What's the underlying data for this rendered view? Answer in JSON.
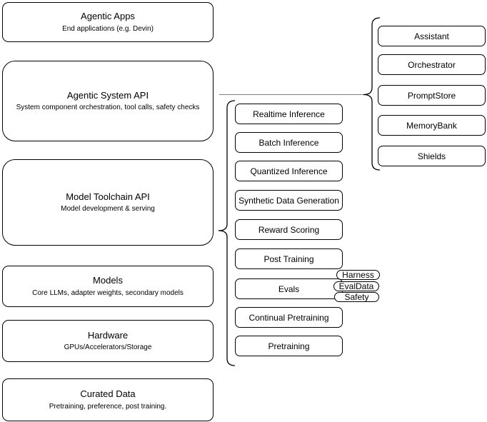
{
  "left_column": {
    "nodes": [
      {
        "title": "Agentic Apps",
        "subtitle": "End applications (e.g. Devin)"
      },
      {
        "title": "Agentic System API",
        "subtitle": "System component orchestration, tool calls, safety checks"
      },
      {
        "title": "Model Toolchain API",
        "subtitle": "Model development & serving"
      },
      {
        "title": "Models",
        "subtitle": "Core LLMs, adapter weights, secondary models"
      },
      {
        "title": "Hardware",
        "subtitle": "GPUs/Accelerators/Storage"
      },
      {
        "title": "Curated Data",
        "subtitle": "Pretraining, preference, post training."
      }
    ]
  },
  "middle_column": {
    "items": [
      {
        "label": "Realtime Inference"
      },
      {
        "label": "Batch Inference"
      },
      {
        "label": "Quantized Inference"
      },
      {
        "label": "Synthetic Data Generation"
      },
      {
        "label": "Reward Scoring"
      },
      {
        "label": "Post Training"
      },
      {
        "label": "Evals"
      },
      {
        "label": "Continual Pretraining"
      },
      {
        "label": "Pretraining"
      }
    ],
    "evals_tags": [
      {
        "label": "Harness"
      },
      {
        "label": "EvalData"
      },
      {
        "label": "Safety"
      }
    ]
  },
  "right_column": {
    "items": [
      {
        "label": "Assistant"
      },
      {
        "label": "Orchestrator"
      },
      {
        "label": "PromptStore"
      },
      {
        "label": "MemoryBank"
      },
      {
        "label": "Shields"
      }
    ]
  },
  "colors": {
    "stroke": "#000000",
    "background": "#ffffff",
    "connector_line": "#808080"
  }
}
